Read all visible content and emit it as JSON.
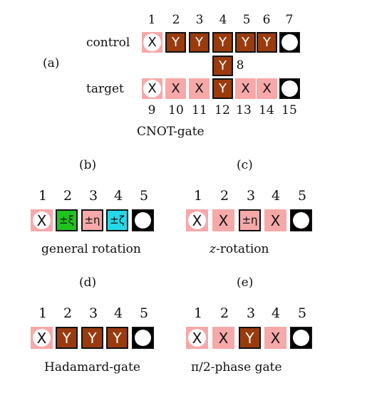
{
  "panel_a": {
    "label": "(a)",
    "row_labels": [
      "control",
      "target"
    ],
    "top_numbers": [
      "1",
      "2",
      "3",
      "4",
      "5",
      "6",
      "7"
    ],
    "mid_number": "8",
    "bottom_numbers": [
      "9",
      "10",
      "11",
      "12",
      "13",
      "14",
      "15"
    ],
    "caption": "CNOT-gate",
    "control_cells": [
      "X",
      "Y",
      "Y",
      "Y",
      "Y",
      "Y",
      "",
      ""
    ],
    "mid_cell": "Y",
    "target_cells": [
      "X",
      "X",
      "X",
      "Y",
      "X",
      "X",
      ""
    ]
  },
  "panel_b": {
    "label": "(b)",
    "numbers": [
      "1",
      "2",
      "3",
      "4",
      "5"
    ],
    "cells": [
      "X",
      "±ξ",
      "±η",
      "±ζ",
      ""
    ],
    "caption": "general rotation"
  },
  "panel_c": {
    "label": "(c)",
    "numbers": [
      "1",
      "2",
      "3",
      "4",
      "5"
    ],
    "cells": [
      "X",
      "X",
      "±η",
      "X",
      ""
    ],
    "caption_italic": "z",
    "caption_rest": "-rotation"
  },
  "panel_d": {
    "label": "(d)",
    "numbers": [
      "1",
      "2",
      "3",
      "4",
      "5"
    ],
    "cells": [
      "X",
      "Y",
      "Y",
      "Y",
      ""
    ],
    "caption": "Hadamard-gate"
  },
  "panel_e": {
    "label": "(e)",
    "numbers": [
      "1",
      "2",
      "3",
      "4",
      "5"
    ],
    "cells": [
      "X",
      "X",
      "Y",
      "X",
      ""
    ],
    "caption": "π/2-phase gate"
  },
  "colors": {
    "pink": "#f7a8a8",
    "brown": "#9a3b0e",
    "green": "#1fc41f",
    "cyan": "#25d8e8",
    "black": "#000000"
  }
}
